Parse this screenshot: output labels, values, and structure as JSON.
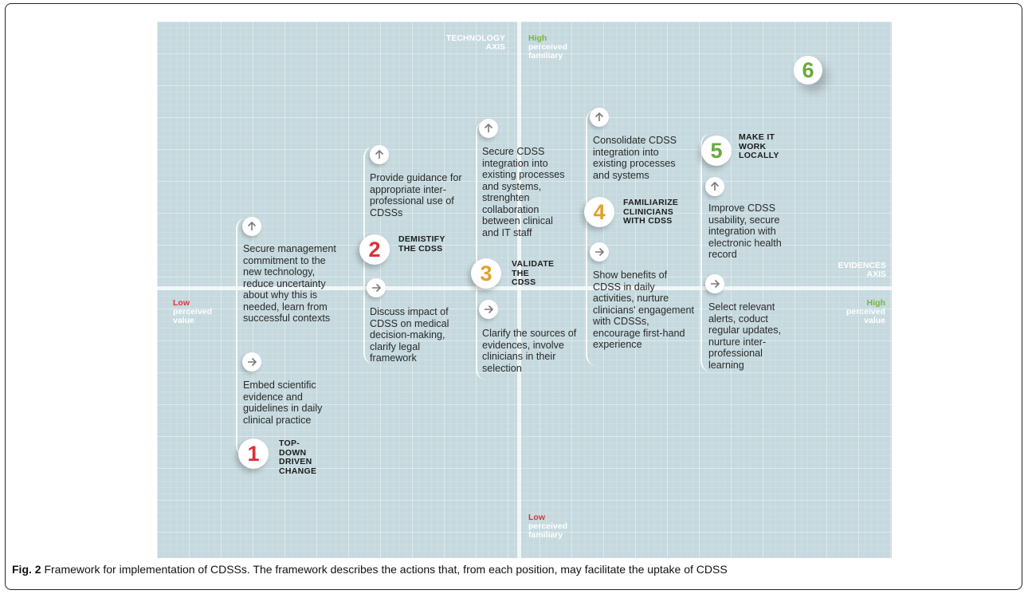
{
  "axes": {
    "technology_title": "TECHNOLOGY\nAXIS",
    "evidences_title": "EVIDENCES\nAXIS",
    "top_pole": {
      "level": "High",
      "desc": "perceived\nfamiliary"
    },
    "bottom_pole": {
      "level": "Low",
      "desc": "perceived\nfamiliary"
    },
    "left_pole": {
      "level": "Low",
      "desc": "perceived\nvalue"
    },
    "right_pole": {
      "level": "High",
      "desc": "perceived\nvalue"
    }
  },
  "stages": [
    {
      "number": "1",
      "label": "TOP-DOWN\nDRIVEN\nCHANGE",
      "tech_action": "Secure management commitment to the new technology, reduce uncertainty about why this is needed, learn from successful contexts",
      "evidence_action": "Embed scientific evidence and guidelines in daily clinical practice"
    },
    {
      "number": "2",
      "label": "DEMISTIFY\nTHE CDSS",
      "tech_action": "Provide guidance for appropriate inter-professional use of CDSSs",
      "evidence_action": "Discuss impact of CDSS on medical decision-making, clarify legal framework"
    },
    {
      "number": "3",
      "label": "VALIDATE\nTHE CDSS",
      "tech_action": "Secure CDSS integration into existing processes and systems, strenghten collaboration between clinical and IT staff",
      "evidence_action": "Clarify the sources of evidences, involve clinicians in their selection"
    },
    {
      "number": "4",
      "label": "FAMILIARIZE\nCLINICIANS\nWITH CDSS",
      "tech_action": "Consolidate CDSS integration into existing processes and systems",
      "evidence_action": "Show benefits of CDSS in daily activities, nurture clinicians' engagement with CDSSs, encourage first-hand experience"
    },
    {
      "number": "5",
      "label": "MAKE IT\nWORK\nLOCALLY",
      "tech_action": "Improve CDSS usability, secure integration with electronic health record",
      "evidence_action": "Select relevant alerts, coduct regular updates, nurture inter-professional learning"
    },
    {
      "number": "6"
    }
  ],
  "caption": {
    "label": "Fig. 2",
    "text": "Framework for implementation of CDSSs. The framework describes the actions that, from each position, may facilitate the uptake of CDSS"
  },
  "colors": {
    "panel_bg": "#c5d9de",
    "red": "#e1323b",
    "amber": "#e0a228",
    "green": "#6aa93a",
    "arrow_gray": "#7a7a7a"
  },
  "icons": [
    "arrow-up-icon",
    "arrow-right-icon"
  ]
}
